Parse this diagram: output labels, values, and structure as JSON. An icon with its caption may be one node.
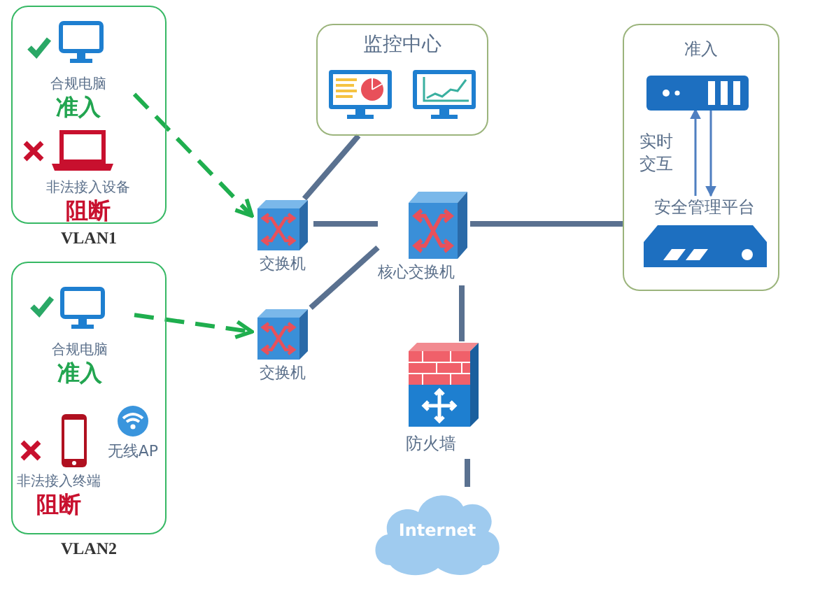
{
  "diagram": {
    "nodes": [
      {
        "text": [
          "VLAN1"
        ]
      },
      {
        "text": [
          "合规电脑",
          "准入"
        ],
        "in": 0
      },
      {
        "text": [
          "非法接入设备",
          "阻断"
        ],
        "in": 0
      },
      {
        "text": [
          "VLAN2"
        ]
      },
      {
        "text": [
          "合规电脑",
          "准入"
        ],
        "in": 3
      },
      {
        "text": [
          "非法接入终端",
          "阻断"
        ],
        "in": 3
      },
      {
        "text": [
          "无线AP"
        ],
        "in": 3
      },
      {
        "text": [
          "交换机"
        ]
      },
      {
        "text": [
          "交换机"
        ]
      },
      {
        "text": [
          "监控中心"
        ]
      },
      {
        "text": [
          "核心交换机"
        ]
      },
      {
        "text": [
          "防火墙"
        ]
      },
      {
        "text": [
          "Internet"
        ]
      },
      {
        "text": [
          "准入"
        ]
      },
      {
        "text": [],
        "shape": "box",
        "in": 13
      },
      {
        "text": [
          "安全管理平台"
        ],
        "in": 13
      }
    ],
    "edges": [
      {
        "from": 1,
        "to": 7,
        "arrow": "to",
        "style": "dashed",
        "color": "#1fae4e"
      },
      {
        "from": 4,
        "to": 8,
        "arrow": "to",
        "style": "dashed",
        "color": "#1fae4e"
      },
      {
        "from": 9,
        "to": 7,
        "arrow": "none"
      },
      {
        "from": 7,
        "to": 10,
        "arrow": "none"
      },
      {
        "from": 8,
        "to": 10,
        "arrow": "none"
      },
      {
        "from": 10,
        "to": 13,
        "arrow": "none"
      },
      {
        "from": 10,
        "to": 11,
        "arrow": "none"
      },
      {
        "from": 11,
        "to": 12,
        "arrow": "none"
      },
      {
        "from": 15,
        "to": 14,
        "arrow": "to",
        "label": "实时交互",
        "color": "#4f7fc0"
      },
      {
        "from": 14,
        "to": 15,
        "arrow": "to",
        "color": "#4f7fc0"
      }
    ]
  }
}
